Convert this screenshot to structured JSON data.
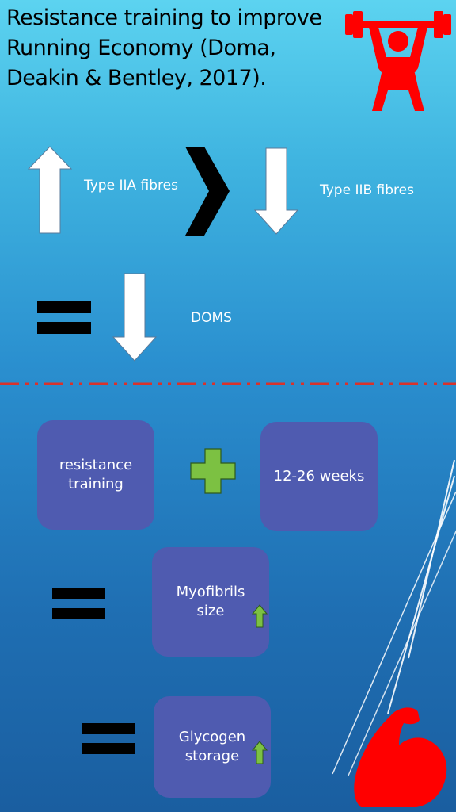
{
  "title": "Resistance training to improve Running Economy (Doma, Deakin & Bentley, 2017).",
  "top": {
    "type_iia": "Type IIA fibres",
    "type_iib": "Type IIB fibres",
    "doms": "DOMS"
  },
  "bottom": {
    "resistance": "resistance\ntraining",
    "weeks": "12-26 weeks",
    "myofibrils": "Myofibrils\nsize",
    "glycogen": "Glycogen\nstorage"
  },
  "colors": {
    "icon_red": "#ff0000",
    "plus_green": "#7cc142",
    "box_purple": "#4f5bb0",
    "divider_red": "#d9322b"
  },
  "icons": [
    "weightlifter-icon",
    "up-arrow-icon",
    "down-arrow-icon",
    "chevron-right-icon",
    "equals-icon",
    "plus-icon",
    "flexed-bicep-icon"
  ]
}
